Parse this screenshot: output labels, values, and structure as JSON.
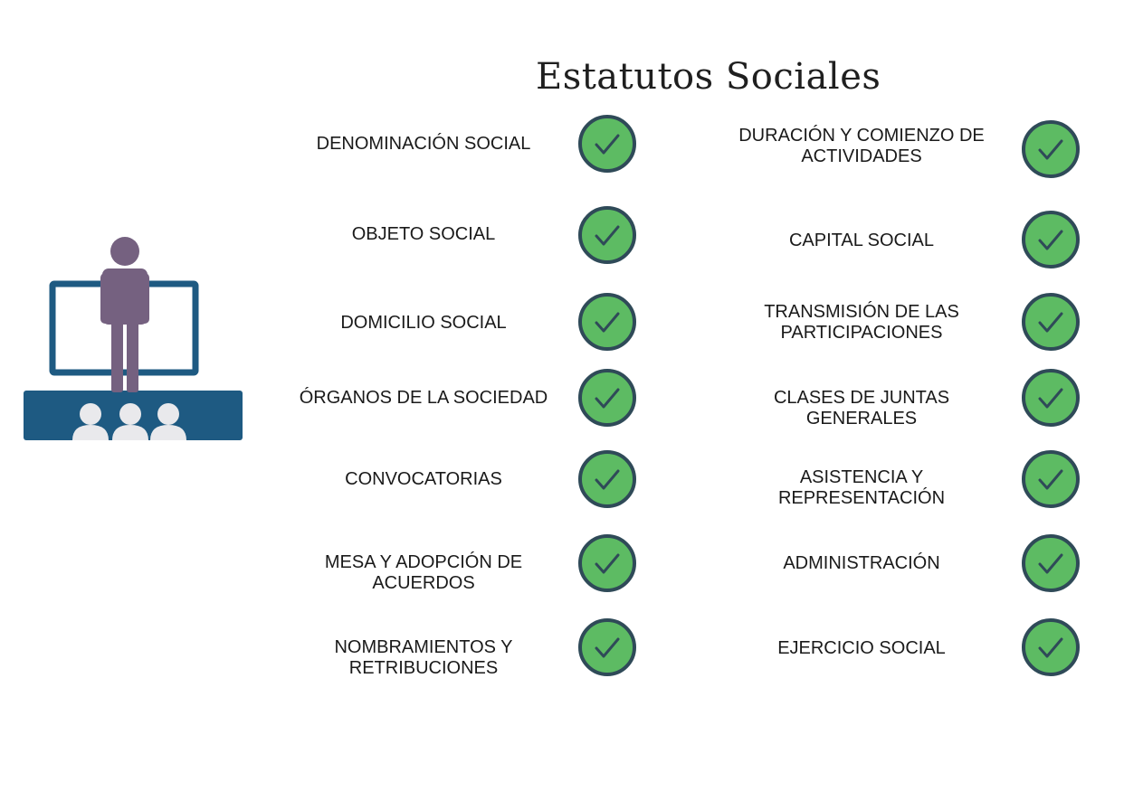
{
  "title": "Estatutos Sociales",
  "colors": {
    "check_fill": "#5dbb63",
    "check_border": "#2f4a58",
    "screen_frame": "#1e5a82",
    "presenter": "#756180",
    "stage": "#1e5a82",
    "audience": "#e9e9ec"
  },
  "icons": {
    "presenter": "presenter-icon",
    "checkmark": "checkmark-icon"
  },
  "left_items": [
    {
      "label": "DENOMINACIÓN SOCIAL",
      "checked": true
    },
    {
      "label": "OBJETO SOCIAL",
      "checked": true
    },
    {
      "label": "DOMICILIO SOCIAL",
      "checked": true
    },
    {
      "label": "ÓRGANOS DE LA SOCIEDAD",
      "checked": true
    },
    {
      "label": "CONVOCATORIAS",
      "checked": true
    },
    {
      "label": "MESA Y ADOPCIÓN DE\nACUERDOS",
      "checked": true
    },
    {
      "label": "NOMBRAMIENTOS Y\nRETRIBUCIONES",
      "checked": true
    }
  ],
  "right_items": [
    {
      "label": "DURACIÓN Y COMIENZO DE\nACTIVIDADES",
      "checked": true
    },
    {
      "label": "CAPITAL SOCIAL",
      "checked": true
    },
    {
      "label": "TRANSMISIÓN DE LAS\nPARTICIPACIONES",
      "checked": true
    },
    {
      "label": "CLASES DE JUNTAS\nGENERALES",
      "checked": true
    },
    {
      "label": "ASISTENCIA Y\nREPRESENTACIÓN",
      "checked": true
    },
    {
      "label": "ADMINISTRACIÓN",
      "checked": true
    },
    {
      "label": "EJERCICIO SOCIAL",
      "checked": true
    }
  ]
}
